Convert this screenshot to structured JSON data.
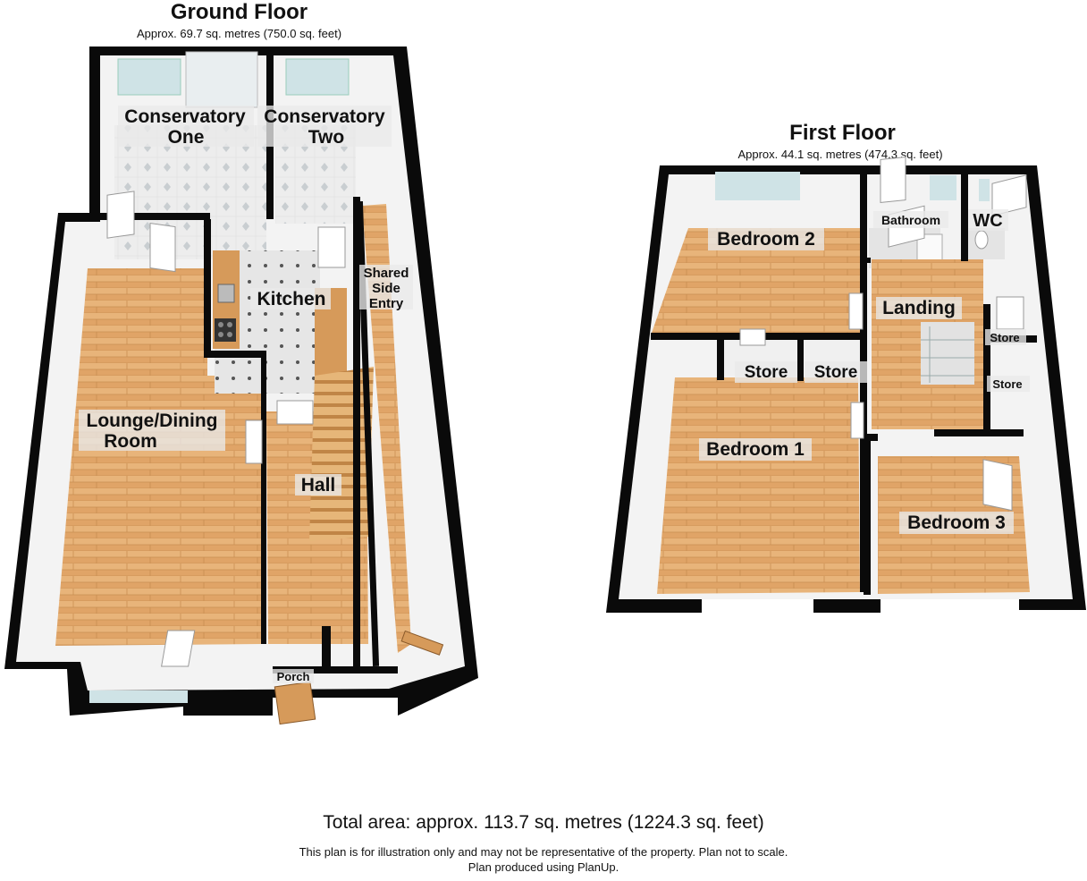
{
  "ground_floor": {
    "title": "Ground Floor",
    "area": "Approx. 69.7 sq. metres (750.0 sq. feet)",
    "rooms": {
      "conservatory_one_1": "Conservatory",
      "conservatory_one_2": "One",
      "conservatory_two_1": "Conservatory",
      "conservatory_two_2": "Two",
      "kitchen": "Kitchen",
      "shared_1": "Shared",
      "shared_2": "Side",
      "shared_3": "Entry",
      "lounge_1": "Lounge/Dining",
      "lounge_2": "Room",
      "hall": "Hall",
      "porch": "Porch"
    }
  },
  "first_floor": {
    "title": "First Floor",
    "area": "Approx. 44.1 sq. metres (474.3 sq. feet)",
    "rooms": {
      "bedroom2": "Bedroom 2",
      "bathroom": "Bathroom",
      "wc": "WC",
      "landing": "Landing",
      "store_a": "Store",
      "store_b": "Store",
      "store_c": "Store",
      "store_d": "Store",
      "bedroom1": "Bedroom 1",
      "bedroom3": "Bedroom 3"
    }
  },
  "footer": {
    "total": "Total area: approx. 113.7 sq. metres (1224.3 sq. feet)",
    "note1": "This plan is for illustration only and may not be representative of the property. Plan not to scale.",
    "note2": "Plan produced using PlanUp."
  },
  "colors": {
    "wall": "#0a0a0a",
    "wall_inner": "#f2f2f2",
    "wood_floor": "#e2a86a",
    "tile_floor": "#ececec",
    "window_glass": "#cfe3e6"
  }
}
